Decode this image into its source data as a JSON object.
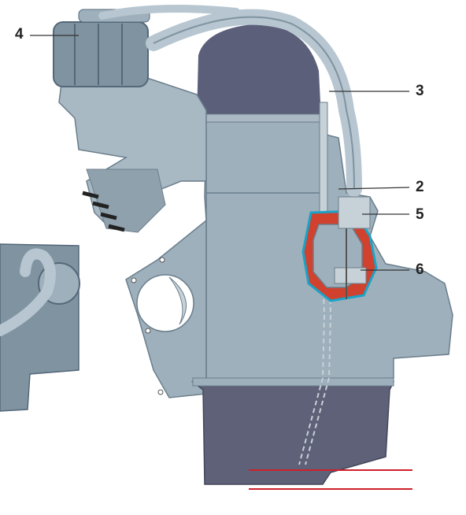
{
  "callouts": {
    "c4": "4",
    "c3": "3",
    "c2": "2",
    "c5": "5",
    "c6": "6"
  },
  "colors": {
    "engine_body": "#9eb0bb",
    "engine_dark": "#6a7e8c",
    "sump": "#5e6178",
    "cover": "#5b5f7a",
    "hose": "#b7c6d0",
    "coolant": "#1aa3c8",
    "cut_section": "#d0412e",
    "leader_line": "#333333",
    "level_mark": "#d0202a"
  },
  "icons": [
    "air-filter-icon",
    "breather-hose-icon",
    "dipstick-icon",
    "oil-level-mark-icon"
  ]
}
